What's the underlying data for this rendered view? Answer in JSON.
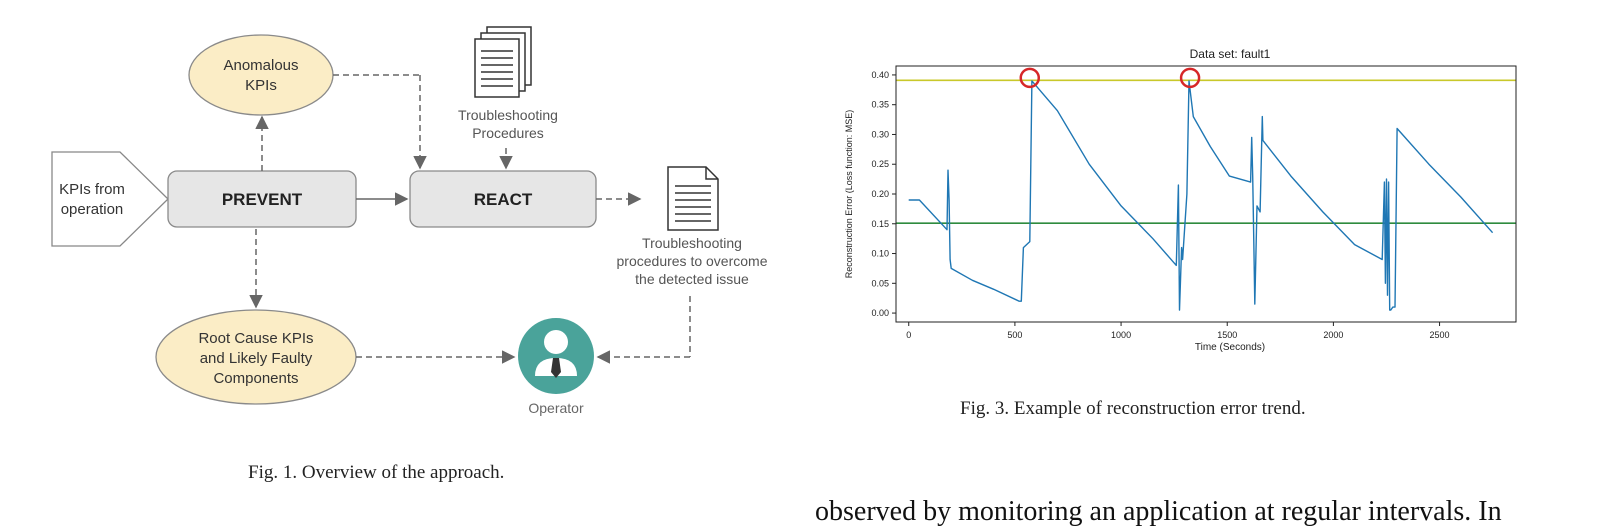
{
  "fig1": {
    "input_label": [
      "KPIs from",
      "operation"
    ],
    "prevent_label": "PREVENT",
    "react_label": "REACT",
    "anomalous_label": [
      "Anomalous",
      "KPIs"
    ],
    "troubleshooting_label": [
      "Troubleshooting",
      "Procedures"
    ],
    "output_doc_label": [
      "Troubleshooting",
      "procedures to overcome",
      "the detected issue"
    ],
    "rootcause_label": [
      "Root Cause KPIs",
      "and Likely Faulty",
      "Components"
    ],
    "operator_label": "Operator",
    "caption": "Fig. 1.  Overview of the approach."
  },
  "fig3": {
    "caption": "Fig. 3.  Example of reconstruction error trend."
  },
  "body_text": "observed by monitoring an application at regular intervals. In",
  "chart_data": {
    "type": "line",
    "title": "Data set: fault1",
    "xlabel": "Time (Seconds)",
    "ylabel": "Reconstruction Error (Loss function: MSE)",
    "xlim": [
      -60,
      2860
    ],
    "ylim": [
      -0.015,
      0.415
    ],
    "xticks": [
      0,
      500,
      1000,
      1500,
      2000,
      2500
    ],
    "yticks": [
      0.0,
      0.05,
      0.1,
      0.15,
      0.2,
      0.25,
      0.3,
      0.35,
      0.4
    ],
    "grid": false,
    "thresholds": [
      {
        "y": 0.391,
        "color": "#c9c82a"
      },
      {
        "y": 0.151,
        "color": "#2e8b3e"
      }
    ],
    "highlights": [
      {
        "x": 570,
        "y": 0.395,
        "color": "#d62728"
      },
      {
        "x": 1325,
        "y": 0.395,
        "color": "#d62728"
      }
    ],
    "series": [
      {
        "color": "#1f77b4",
        "x": [
          0,
          50,
          180,
          185,
          190,
          195,
          200,
          300,
          400,
          520,
          530,
          540,
          570,
          580,
          700,
          850,
          1000,
          1150,
          1260,
          1270,
          1275,
          1285,
          1290,
          1310,
          1320,
          1340,
          1420,
          1510,
          1610,
          1615,
          1620,
          1625,
          1630,
          1640,
          1655,
          1665,
          1668,
          1800,
          1950,
          2100,
          2230,
          2240,
          2245,
          2250,
          2255,
          2260,
          2265,
          2270,
          2280,
          2290,
          2300,
          2450,
          2600,
          2750
        ],
        "y": [
          0.19,
          0.19,
          0.14,
          0.24,
          0.19,
          0.09,
          0.075,
          0.055,
          0.04,
          0.02,
          0.02,
          0.11,
          0.12,
          0.39,
          0.34,
          0.25,
          0.18,
          0.125,
          0.08,
          0.215,
          0.005,
          0.11,
          0.09,
          0.2,
          0.39,
          0.33,
          0.28,
          0.23,
          0.22,
          0.295,
          0.23,
          0.12,
          0.015,
          0.18,
          0.17,
          0.33,
          0.29,
          0.23,
          0.17,
          0.115,
          0.09,
          0.22,
          0.05,
          0.225,
          0.03,
          0.22,
          0.005,
          0.005,
          0.01,
          0.01,
          0.31,
          0.25,
          0.195,
          0.135
        ]
      }
    ]
  }
}
